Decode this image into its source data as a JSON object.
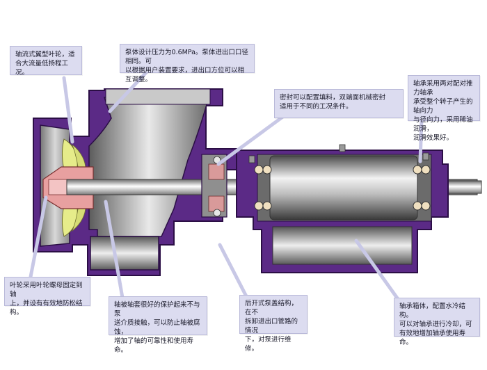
{
  "callouts": {
    "impeller": "轴流式翼型叶轮，适\n合大流量低扬程工况。",
    "casing_pressure": "泵体设计压力为0.6MPa。泵体进出口口径相同。可\n以根据用户装置要求，进出口方位可以相互调整。",
    "seal": "密封可以配置填料，双端面机械密封\n适用于不同的工况条件。",
    "bearing_thrust": "轴承采用两对配对推力轴承\n承受整个转子产生的轴向力\n与径向力，采用稀油润滑，\n润滑效果好。",
    "impeller_nut": "叶轮采用叶轮螺母固定到轴\n上，并设有有效地防松结构。",
    "shaft_sleeve": "轴被轴套很好的保护起来不与泵\n送介质接触，可以防止轴被腐蚀，\n增加了轴的可靠性和使用寿命。",
    "split_casing": "后开式泵盖结构，在不\n拆卸进出口管路的情况\n下，对泵进行维修。",
    "bearing_box": "轴承箱体，配置水冷结构。\n可以对轴承进行冷却，可\n有效地增加轴承使用寿命。"
  },
  "colors": {
    "casing_purple": "#5b2a86",
    "casing_dark": "#3b1460",
    "callout_bg": "#dcdcf0",
    "impeller_yellow": "#e6ec8a",
    "hub_pink": "#e8a0a0"
  }
}
